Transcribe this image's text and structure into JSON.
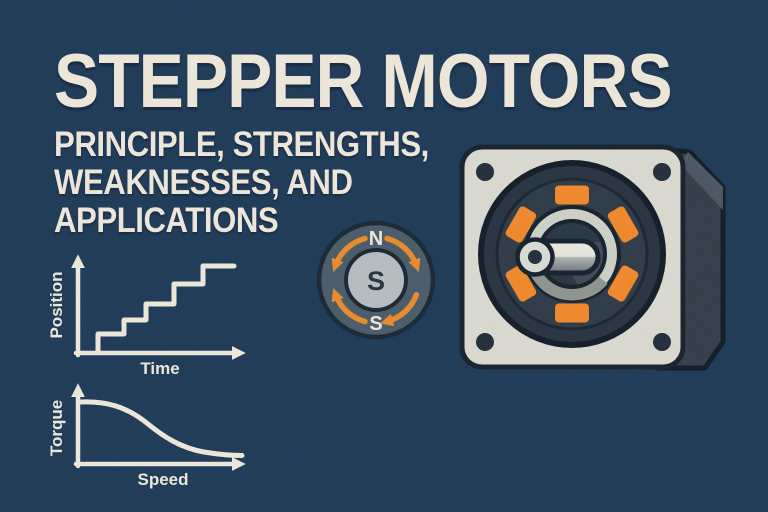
{
  "page": {
    "background_color": "#1E3A57",
    "text_color": "#EDE7DA",
    "accent_orange": "#EE8C2B"
  },
  "header": {
    "title": "STEPPER MOTORS",
    "subtitle_lines": [
      "PRINCIPLE, STRENGTHS,",
      "WEAKNESSES, AND",
      "APPLICATIONS"
    ]
  },
  "chart_data": [
    {
      "type": "line",
      "name": "position-vs-time",
      "shape": "staircase",
      "xlabel": "Time",
      "ylabel": "Position",
      "steps": 5,
      "x": [
        1,
        1,
        2.6,
        2.6,
        4,
        4,
        5.6,
        5.6,
        7.2,
        7.2,
        9.2
      ],
      "y": [
        0,
        1.1,
        1.1,
        2,
        2,
        3,
        3,
        4.2,
        4.2,
        5.3,
        5.3
      ],
      "xlim": [
        0,
        10
      ],
      "ylim": [
        0,
        6
      ],
      "grid": false,
      "line_color": "#EDE7DA"
    },
    {
      "type": "line",
      "name": "torque-vs-speed",
      "shape": "decreasing-sigmoid",
      "xlabel": "Speed",
      "ylabel": "Torque",
      "x": [
        0,
        1,
        2,
        3,
        4,
        5,
        6,
        7,
        8,
        9,
        10
      ],
      "y": [
        10,
        9.9,
        9.4,
        8.2,
        6.4,
        4.6,
        3.2,
        2.4,
        1.9,
        1.7,
        1.6
      ],
      "xlim": [
        0,
        10
      ],
      "ylim": [
        0,
        11
      ],
      "grid": false,
      "line_color": "#EDE7DA"
    }
  ],
  "rotor_diagram": {
    "outer_top_label": "N",
    "outer_bottom_label": "S",
    "center_label": "S",
    "arrow_color": "#E98A2C",
    "ring_color": "#4A5B69",
    "core_color": "#B5BDC0"
  },
  "motor_illustration": {
    "icon": "stepper-motor-front-view",
    "plate_color": "#DAD9D0",
    "face_color": "#273440",
    "coil_color": "#F0882B",
    "coil_count": 6,
    "bolt_count": 4
  }
}
